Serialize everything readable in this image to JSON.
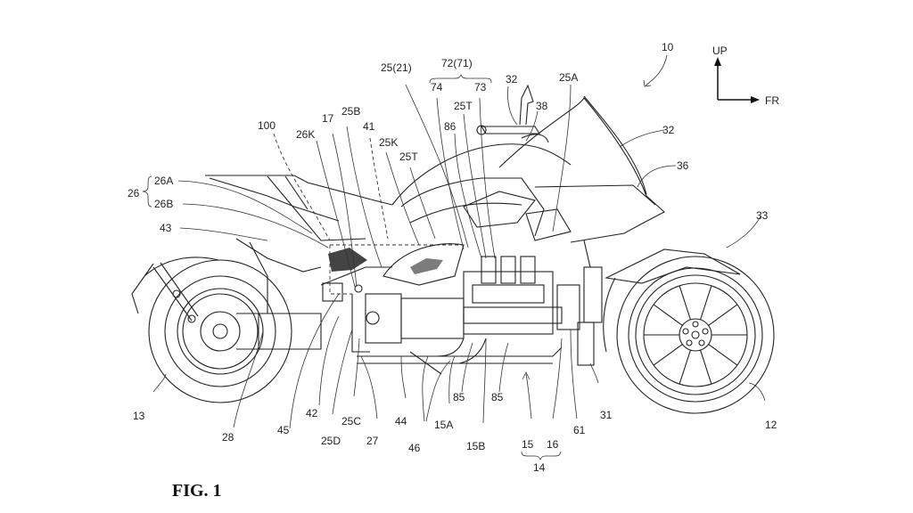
{
  "figure": {
    "title": "FIG. 1",
    "subject": "three-wheeled motorcycle side view",
    "reference_numeral_overall": "10",
    "orientation": {
      "up_label": "UP",
      "forward_label": "FR"
    }
  },
  "labels": {
    "l100": "100",
    "l26K": "26K",
    "l17": "17",
    "l25B": "25B",
    "l41": "41",
    "l25K": "25K",
    "l25T_left": "25T",
    "l25_21": "25(21)",
    "l72_71": "72(71)",
    "l74": "74",
    "l73": "73",
    "l25T_right": "25T",
    "l86": "86",
    "l32_top": "32",
    "l38": "38",
    "l25A": "25A",
    "l10": "10",
    "l32_right": "32",
    "l36": "36",
    "l33": "33",
    "l26": "26",
    "l26A": "26A",
    "l26B": "26B",
    "l43": "43",
    "l13": "13",
    "l28": "28",
    "l45": "45",
    "l42": "42",
    "l25D": "25D",
    "l25C": "25C",
    "l27": "27",
    "l44": "44",
    "l46": "46",
    "l15A": "15A",
    "l85a": "85",
    "l15B": "15B",
    "l85b": "85",
    "l15": "15",
    "l16": "16",
    "l14": "14",
    "l61": "61",
    "l31": "31",
    "l12": "12"
  }
}
